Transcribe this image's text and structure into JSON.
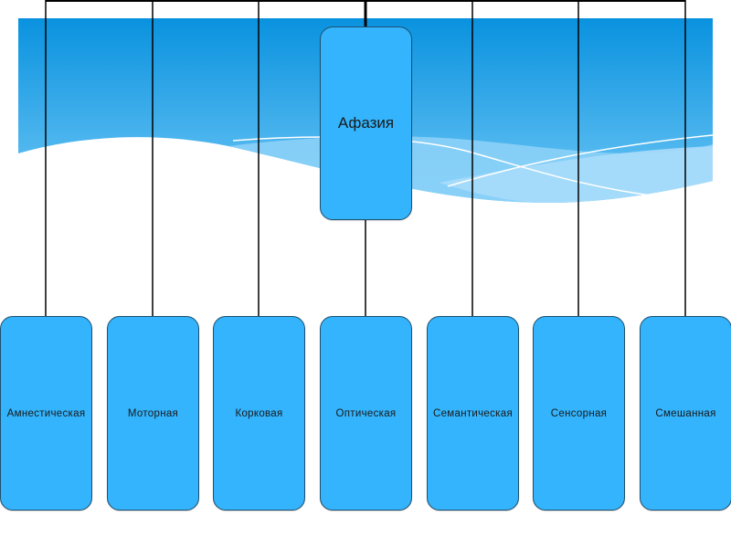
{
  "diagram": {
    "type": "hierarchy",
    "root": {
      "label": "Афазия"
    },
    "children": [
      {
        "label": "Амнестическая"
      },
      {
        "label": "Моторная"
      },
      {
        "label": "Корковая"
      },
      {
        "label": "Оптическая"
      },
      {
        "label": "Семантическая"
      },
      {
        "label": "Сенсорная"
      },
      {
        "label": "Смешанная"
      }
    ]
  },
  "colors": {
    "node_fill": "#33b4fd",
    "node_border": "#1f4f6e",
    "connector": "#000000",
    "background_band_top": "#0a92df",
    "background_band_bottom": "#5bbdf2"
  }
}
